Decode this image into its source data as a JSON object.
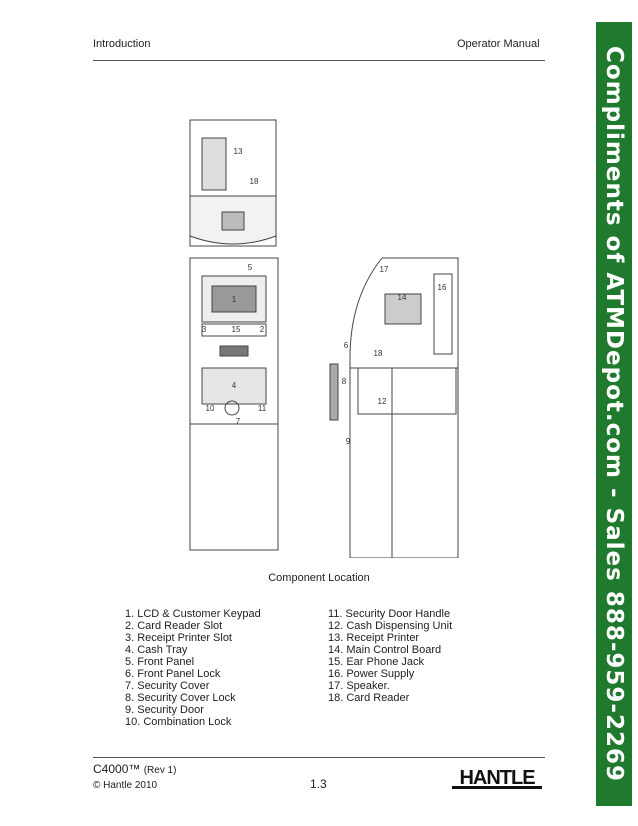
{
  "header": {
    "left": "Introduction",
    "right": "Operator Manual"
  },
  "banner": {
    "text": "Compliments of ATMDepot.com - Sales 888-959-2269"
  },
  "figure": {
    "caption": "Component Location",
    "callouts": [
      "1",
      "2",
      "3",
      "4",
      "5",
      "6",
      "7",
      "8",
      "9",
      "10",
      "11",
      "12",
      "13",
      "14",
      "15",
      "16",
      "17",
      "18"
    ]
  },
  "components": {
    "left": [
      "1. LCD & Customer Keypad",
      "2. Card Reader Slot",
      "3. Receipt Printer Slot",
      "4. Cash Tray",
      "5. Front Panel",
      "6. Front Panel Lock",
      "7. Security Cover",
      "8. Security Cover Lock",
      "9. Security Door",
      "10. Combination Lock"
    ],
    "right": [
      "11. Security Door Handle",
      "12. Cash Dispensing Unit",
      "13. Receipt Printer",
      "14. Main Control Board",
      "15. Ear Phone Jack",
      "16. Power Supply",
      "17. Speaker.",
      "18. Card Reader"
    ]
  },
  "footer": {
    "model": "C4000™",
    "rev": "(Rev 1)",
    "copyright": "© Hantle 2010",
    "page": "1.3",
    "logo": "HANTLE"
  }
}
